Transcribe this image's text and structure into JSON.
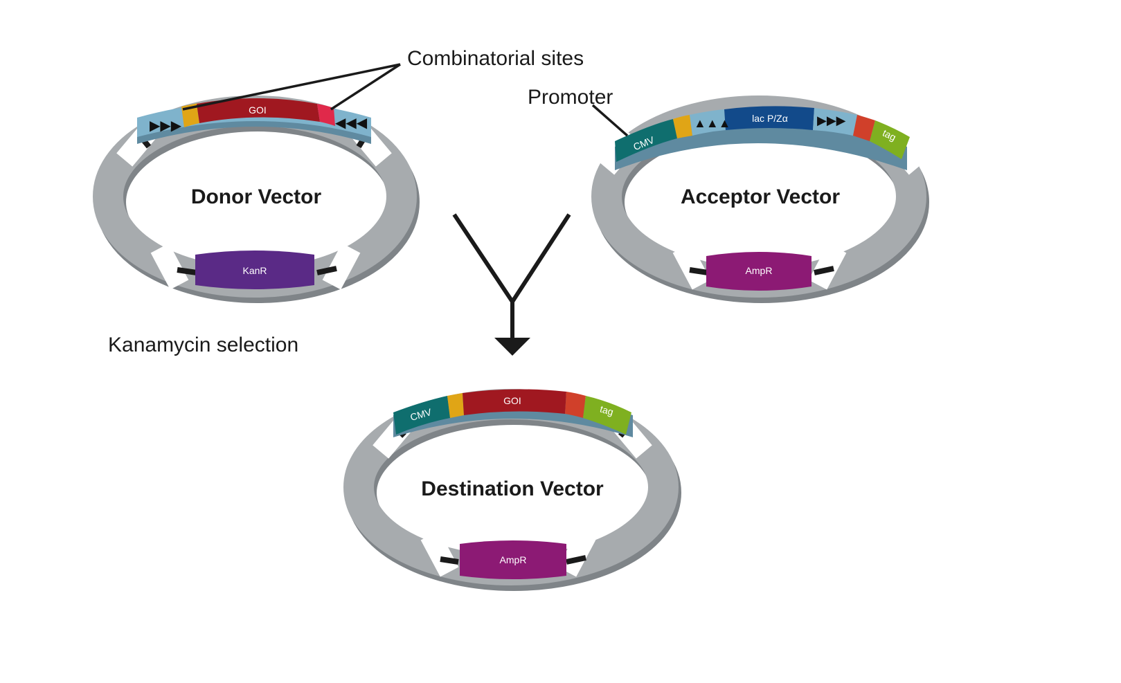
{
  "callouts": {
    "combinatorial_sites": "Combinatorial sites",
    "promoter": "Promoter",
    "kanamycin_selection": "Kanamycin selection"
  },
  "donor": {
    "title": "Donor Vector",
    "goi": "GOI",
    "marker": "KanR"
  },
  "acceptor": {
    "title": "Acceptor Vector",
    "promoter": "CMV",
    "lac": "lac P/Zα",
    "tag": "tag",
    "marker": "AmpR"
  },
  "destination": {
    "title": "Destination Vector",
    "promoter": "CMV",
    "goi": "GOI",
    "tag": "tag",
    "marker": "AmpR"
  },
  "colors": {
    "backbone": "#a7abae",
    "backbone_dark": "#7f8488",
    "site_blue": "#7fb3cc",
    "spacer_orange": "#e0a516",
    "goi_red": "#a01820",
    "pink": "#e0294a",
    "cmv_teal": "#0f6e6e",
    "lac_blue": "#124a8a",
    "tag_green": "#7fb020",
    "kanr_purple": "#5a2a86",
    "ampr_magenta": "#8c1a74"
  }
}
